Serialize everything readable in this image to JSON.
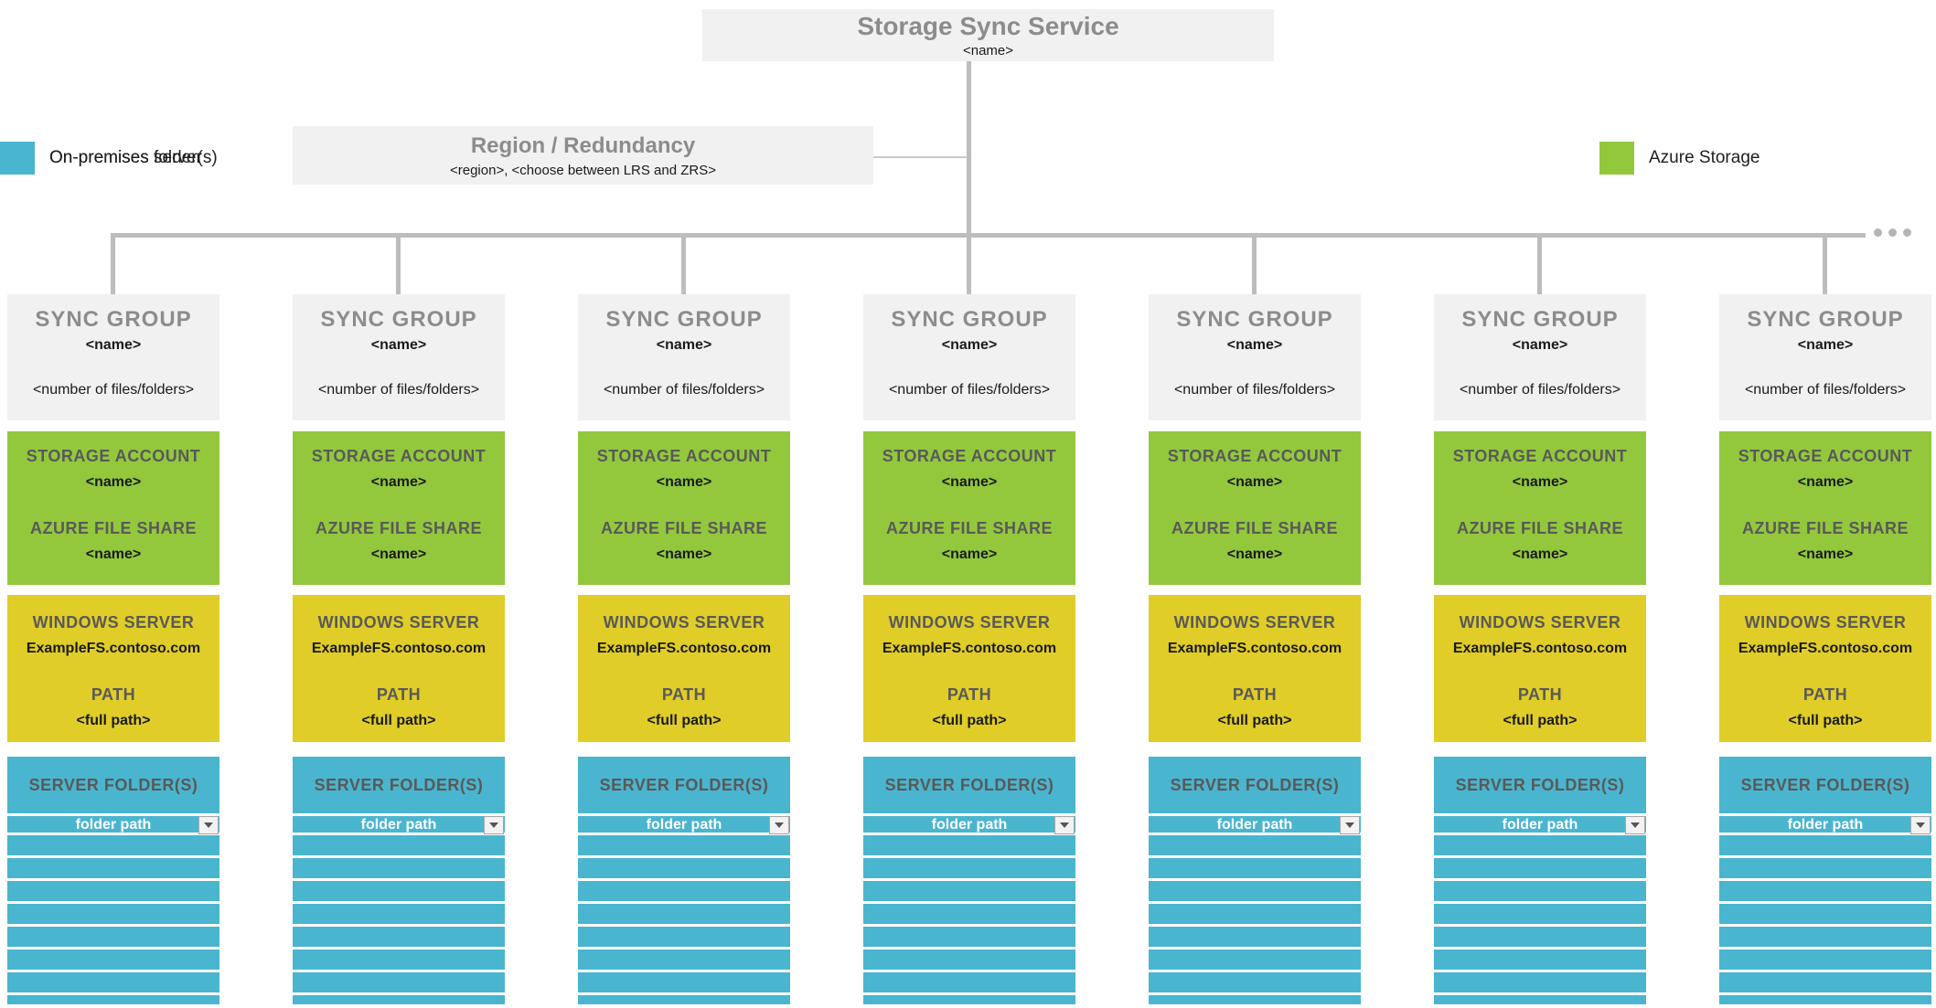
{
  "root": {
    "title": "Storage Sync Service",
    "name": "<name>"
  },
  "region": {
    "title": "Region / Redundancy",
    "subtitle": "<region>, <choose between LRS and ZRS>"
  },
  "legend": [
    {
      "label": "Azure Storage",
      "color": "#93c83d"
    },
    {
      "label": "On-premises server",
      "color": "#e0cd27"
    },
    {
      "label": "On-premises folder(s)",
      "color": "#4ab5cf"
    }
  ],
  "colors": {
    "azure_storage_green": "#93c83d",
    "on_premises_server_yellow": "#e0cd27",
    "on_premises_folder_teal": "#4ab5cf",
    "box_gray": "#f1f1f2",
    "connector_gray": "#bdbdbd",
    "heading_gray": "#8c8c8c",
    "heading_dark": "#595959"
  },
  "sync_groups": [
    {
      "title": "SYNC GROUP",
      "name": "<name>",
      "count": "<number of files/folders>",
      "storage_account": {
        "title": "STORAGE ACCOUNT",
        "name": "<name>"
      },
      "file_share": {
        "title": "AZURE FILE SHARE",
        "name": "<name>"
      },
      "server": {
        "title": "WINDOWS SERVER",
        "name": "ExampleFS.contoso.com"
      },
      "path": {
        "title": "PATH",
        "value": "<full path>"
      },
      "folders": {
        "title": "SERVER FOLDER(S)",
        "selected": "folder path",
        "empty_rows": 8
      }
    },
    {
      "title": "SYNC GROUP",
      "name": "<name>",
      "count": "<number of files/folders>",
      "storage_account": {
        "title": "STORAGE ACCOUNT",
        "name": "<name>"
      },
      "file_share": {
        "title": "AZURE FILE SHARE",
        "name": "<name>"
      },
      "server": {
        "title": "WINDOWS SERVER",
        "name": "ExampleFS.contoso.com"
      },
      "path": {
        "title": "PATH",
        "value": "<full path>"
      },
      "folders": {
        "title": "SERVER FOLDER(S)",
        "selected": "folder path",
        "empty_rows": 8
      }
    },
    {
      "title": "SYNC GROUP",
      "name": "<name>",
      "count": "<number of files/folders>",
      "storage_account": {
        "title": "STORAGE ACCOUNT",
        "name": "<name>"
      },
      "file_share": {
        "title": "AZURE FILE SHARE",
        "name": "<name>"
      },
      "server": {
        "title": "WINDOWS SERVER",
        "name": "ExampleFS.contoso.com"
      },
      "path": {
        "title": "PATH",
        "value": "<full path>"
      },
      "folders": {
        "title": "SERVER FOLDER(S)",
        "selected": "folder path",
        "empty_rows": 8
      }
    },
    {
      "title": "SYNC GROUP",
      "name": "<name>",
      "count": "<number of files/folders>",
      "storage_account": {
        "title": "STORAGE ACCOUNT",
        "name": "<name>"
      },
      "file_share": {
        "title": "AZURE FILE SHARE",
        "name": "<name>"
      },
      "server": {
        "title": "WINDOWS SERVER",
        "name": "ExampleFS.contoso.com"
      },
      "path": {
        "title": "PATH",
        "value": "<full path>"
      },
      "folders": {
        "title": "SERVER FOLDER(S)",
        "selected": "folder path",
        "empty_rows": 8
      }
    },
    {
      "title": "SYNC GROUP",
      "name": "<name>",
      "count": "<number of files/folders>",
      "storage_account": {
        "title": "STORAGE ACCOUNT",
        "name": "<name>"
      },
      "file_share": {
        "title": "AZURE FILE SHARE",
        "name": "<name>"
      },
      "server": {
        "title": "WINDOWS SERVER",
        "name": "ExampleFS.contoso.com"
      },
      "path": {
        "title": "PATH",
        "value": "<full path>"
      },
      "folders": {
        "title": "SERVER FOLDER(S)",
        "selected": "folder path",
        "empty_rows": 8
      }
    },
    {
      "title": "SYNC GROUP",
      "name": "<name>",
      "count": "<number of files/folders>",
      "storage_account": {
        "title": "STORAGE ACCOUNT",
        "name": "<name>"
      },
      "file_share": {
        "title": "AZURE FILE SHARE",
        "name": "<name>"
      },
      "server": {
        "title": "WINDOWS SERVER",
        "name": "ExampleFS.contoso.com"
      },
      "path": {
        "title": "PATH",
        "value": "<full path>"
      },
      "folders": {
        "title": "SERVER FOLDER(S)",
        "selected": "folder path",
        "empty_rows": 8
      }
    },
    {
      "title": "SYNC GROUP",
      "name": "<name>",
      "count": "<number of files/folders>",
      "storage_account": {
        "title": "STORAGE ACCOUNT",
        "name": "<name>"
      },
      "file_share": {
        "title": "AZURE FILE SHARE",
        "name": "<name>"
      },
      "server": {
        "title": "WINDOWS SERVER",
        "name": "ExampleFS.contoso.com"
      },
      "path": {
        "title": "PATH",
        "value": "<full path>"
      },
      "folders": {
        "title": "SERVER FOLDER(S)",
        "selected": "folder path",
        "empty_rows": 8
      }
    }
  ]
}
